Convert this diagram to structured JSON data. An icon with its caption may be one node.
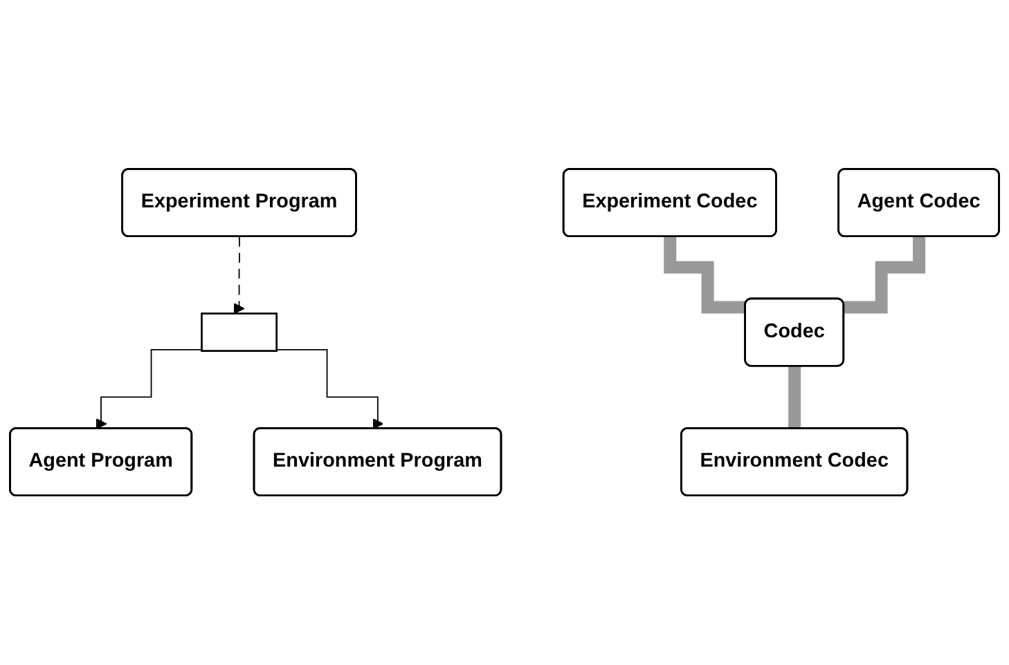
{
  "diagram": {
    "nodes": [
      {
        "text": [
          "Experiment Program"
        ]
      },
      {
        "text": [
          "Experiment Codec"
        ]
      },
      {
        "text": [
          "Agent Program"
        ]
      },
      {
        "text": [
          "Agent Codec"
        ]
      },
      {
        "text": [
          "Codec"
        ]
      },
      {
        "text": [],
        "shape": "box"
      },
      {
        "text": [
          "Environment Codec"
        ]
      },
      {
        "text": [
          "Environment Program"
        ]
      }
    ],
    "edges": [
      {
        "from": 1,
        "to": 4,
        "arrow": "none",
        "style": "thick",
        "color": "#999999"
      },
      {
        "from": 3,
        "to": 4,
        "arrow": "none",
        "style": "thick",
        "color": "#999999"
      },
      {
        "from": 4,
        "to": 6,
        "arrow": "none",
        "style": "thick",
        "color": "#999999"
      },
      {
        "from": 0,
        "to": 5,
        "arrow": "to",
        "style": "dashed",
        "color": "#000000"
      },
      {
        "from": 5,
        "to": 2,
        "arrow": "to",
        "color": "#000000"
      },
      {
        "from": 5,
        "to": 7,
        "arrow": "to",
        "color": "#000000"
      }
    ]
  }
}
